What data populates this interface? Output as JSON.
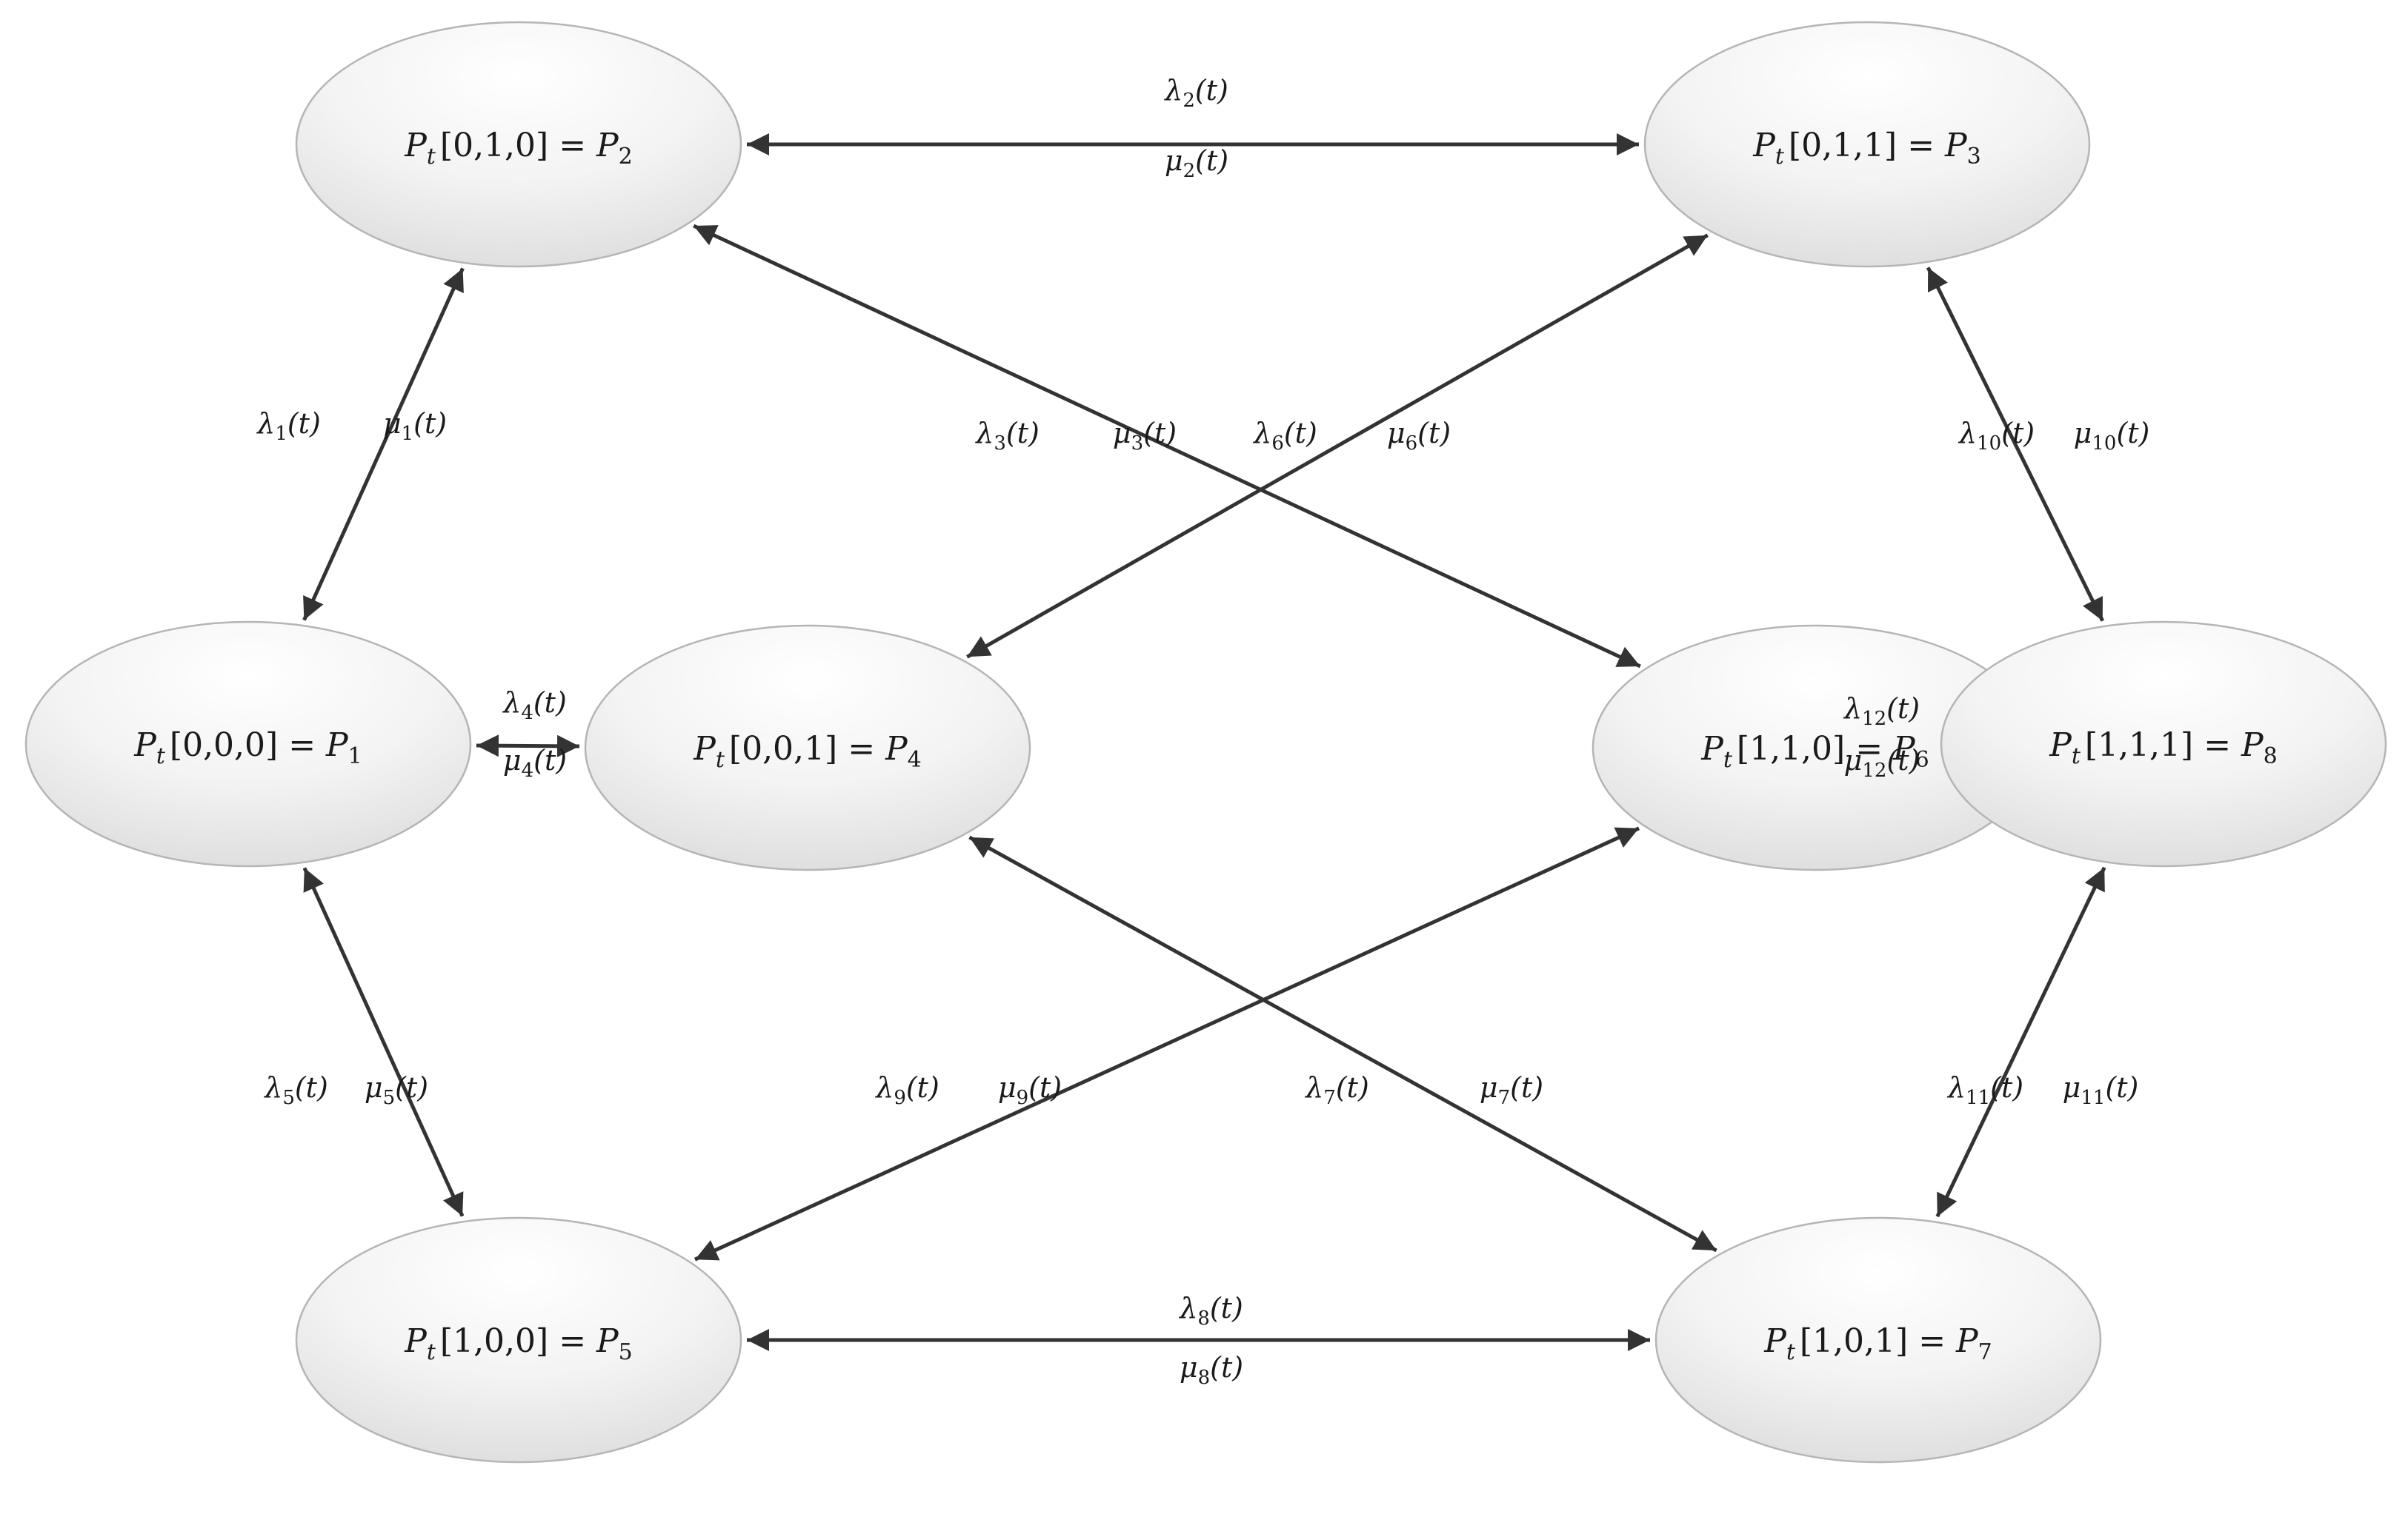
{
  "nodes": {
    "p1": {
      "label": "P_t[0,0,0] = P_1",
      "var": "P",
      "sub": "t",
      "state": "[0,0,0]",
      "rhs": "P",
      "rhs_sub": "1"
    },
    "p2": {
      "label": "P_t[0,1,0] = P_2",
      "var": "P",
      "sub": "t",
      "state": "[0,1,0]",
      "rhs": "P",
      "rhs_sub": "2"
    },
    "p3": {
      "label": "P_t[0,1,1] = P_3",
      "var": "P",
      "sub": "t",
      "state": "[0,1,1]",
      "rhs": "P",
      "rhs_sub": "3"
    },
    "p4": {
      "label": "P_t[0,0,1] = P_4",
      "var": "P",
      "sub": "t",
      "state": "[0,0,1]",
      "rhs": "P",
      "rhs_sub": "4"
    },
    "p5": {
      "label": "P_t[1,0,0] = P_5",
      "var": "P",
      "sub": "t",
      "state": "[1,0,0]",
      "rhs": "P",
      "rhs_sub": "5"
    },
    "p6": {
      "label": "P_t[1,1,0] = P_6",
      "var": "P",
      "sub": "t",
      "state": "[1,1,0]",
      "rhs": "P",
      "rhs_sub": "6"
    },
    "p7": {
      "label": "P_t[1,0,1] = P_7",
      "var": "P",
      "sub": "t",
      "state": "[1,0,1]",
      "rhs": "P",
      "rhs_sub": "7"
    },
    "p8": {
      "label": "P_t[1,1,1] = P_8",
      "var": "P",
      "sub": "t",
      "state": "[1,1,1]",
      "rhs": "P",
      "rhs_sub": "8"
    }
  },
  "edges": [
    {
      "id": "e1",
      "from": "p1",
      "to": "p2",
      "lambda": "λ",
      "lambda_sub": "1",
      "mu": "μ",
      "mu_sub": "1",
      "arg": "(t)"
    },
    {
      "id": "e2",
      "from": "p2",
      "to": "p3",
      "lambda": "λ",
      "lambda_sub": "2",
      "mu": "μ",
      "mu_sub": "2",
      "arg": "(t)"
    },
    {
      "id": "e3",
      "from": "p2",
      "to": "p6",
      "lambda": "λ",
      "lambda_sub": "3",
      "mu": "μ",
      "mu_sub": "3",
      "arg": "(t)"
    },
    {
      "id": "e4",
      "from": "p1",
      "to": "p4",
      "lambda": "λ",
      "lambda_sub": "4",
      "mu": "μ",
      "mu_sub": "4",
      "arg": "(t)"
    },
    {
      "id": "e5",
      "from": "p1",
      "to": "p5",
      "lambda": "λ",
      "lambda_sub": "5",
      "mu": "μ",
      "mu_sub": "5",
      "arg": "(t)"
    },
    {
      "id": "e6",
      "from": "p3",
      "to": "p4",
      "lambda": "λ",
      "lambda_sub": "6",
      "mu": "μ",
      "mu_sub": "6",
      "arg": "(t)"
    },
    {
      "id": "e7",
      "from": "p4",
      "to": "p7",
      "lambda": "λ",
      "lambda_sub": "7",
      "mu": "μ",
      "mu_sub": "7",
      "arg": "(t)"
    },
    {
      "id": "e8",
      "from": "p5",
      "to": "p7",
      "lambda": "λ",
      "lambda_sub": "8",
      "mu": "μ",
      "mu_sub": "8",
      "arg": "(t)"
    },
    {
      "id": "e9",
      "from": "p5",
      "to": "p6",
      "lambda": "λ",
      "lambda_sub": "9",
      "mu": "μ",
      "mu_sub": "9",
      "arg": "(t)"
    },
    {
      "id": "e10",
      "from": "p3",
      "to": "p8",
      "lambda": "λ",
      "lambda_sub": "10",
      "mu": "μ",
      "mu_sub": "10",
      "arg": "(t)"
    },
    {
      "id": "e11",
      "from": "p7",
      "to": "p8",
      "lambda": "λ",
      "lambda_sub": "11",
      "mu": "μ",
      "mu_sub": "11",
      "arg": "(t)"
    },
    {
      "id": "e12",
      "from": "p6",
      "to": "p8",
      "lambda": "λ",
      "lambda_sub": "12",
      "mu": "μ",
      "mu_sub": "12",
      "arg": "(t)"
    }
  ]
}
